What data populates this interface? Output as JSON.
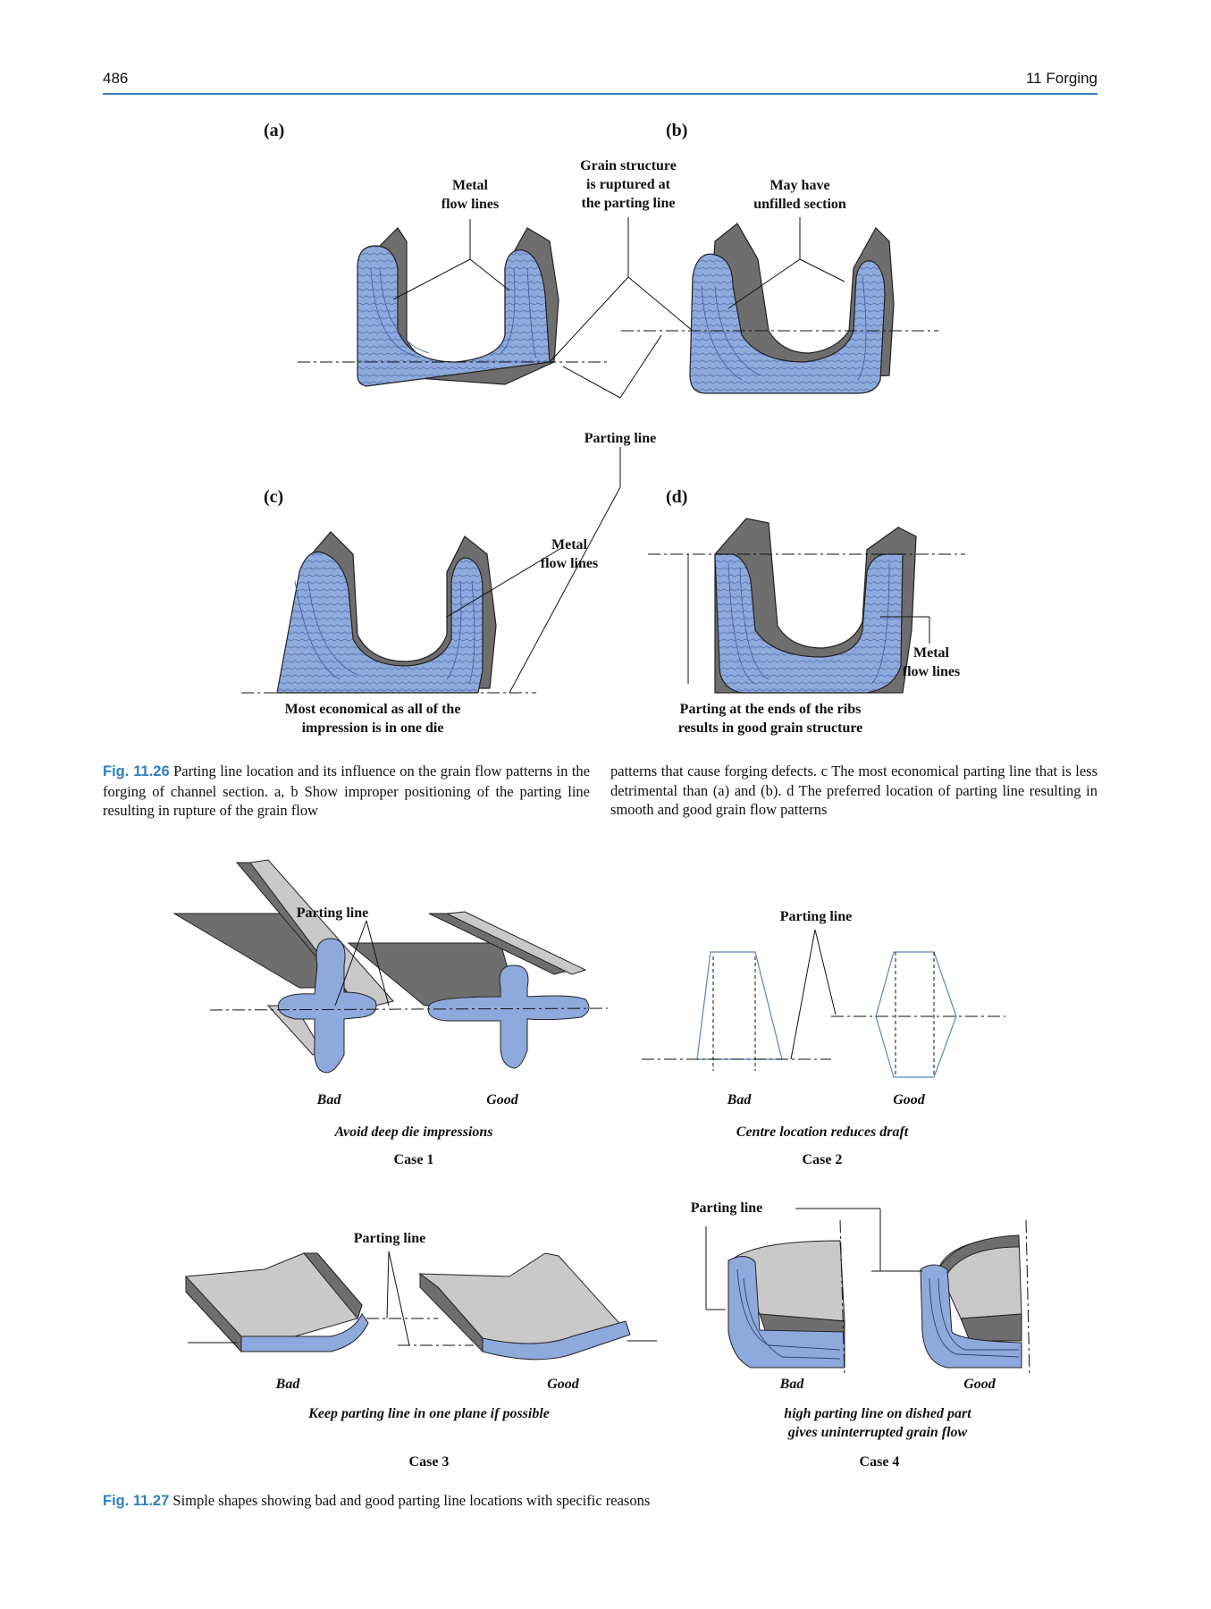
{
  "header": {
    "page_number": "486",
    "chapter": "11   Forging"
  },
  "fig26": {
    "panels": {
      "a": "(a)",
      "b": "(b)",
      "c": "(c)",
      "d": "(d)"
    },
    "labels": {
      "metal_flow_a": [
        "Metal",
        "flow lines"
      ],
      "grain_rupture": [
        "Grain structure",
        "is ruptured at",
        "the parting line"
      ],
      "unfilled": [
        "May have",
        "unfilled section"
      ],
      "parting_line": "Parting line",
      "metal_flow_c": [
        "Metal",
        "flow lines"
      ],
      "metal_flow_d": [
        "Metal",
        "flow lines"
      ],
      "economical": [
        "Most economical as all of the",
        "impression is in one die"
      ],
      "ends_of_ribs": [
        "Parting at the ends of the ribs",
        "results in good grain structure"
      ]
    },
    "caption_label": "Fig. 11.26",
    "caption_left": " Parting line location and its influence on the grain flow patterns in the forging of channel section. a, b Show improper positioning of the parting line resulting in rupture of the grain flow",
    "caption_right": "patterns that cause forging defects. c The most economical parting line that is less detrimental than (a) and (b). d The preferred location of parting line resulting in smooth and good grain flow patterns"
  },
  "fig27": {
    "case1": {
      "parting": "Parting line",
      "bad": "Bad",
      "good": "Good",
      "rule": "Avoid deep die impressions",
      "case": "Case 1"
    },
    "case2": {
      "parting": "Parting line",
      "bad": "Bad",
      "good": "Good",
      "rule": "Centre location reduces draft",
      "case": "Case 2"
    },
    "case3": {
      "parting": "Parting line",
      "bad": "Bad",
      "good": "Good",
      "rule": "Keep parting line in one plane if possible",
      "case": "Case 3"
    },
    "case4": {
      "parting": "Parting line",
      "bad": "Bad",
      "good": "Good",
      "rule": [
        "high parting line on dished part",
        "gives uninterrupted grain flow"
      ],
      "case": "Case 4"
    },
    "caption_label": "Fig. 11.27",
    "caption_text": " Simple shapes showing bad and good parting line locations with specific reasons"
  },
  "colors": {
    "accent": "#2f7fc0",
    "metal": "#8ea9dc",
    "dark_steel": "#6e6e6e",
    "light_steel": "#c8c9c8"
  }
}
